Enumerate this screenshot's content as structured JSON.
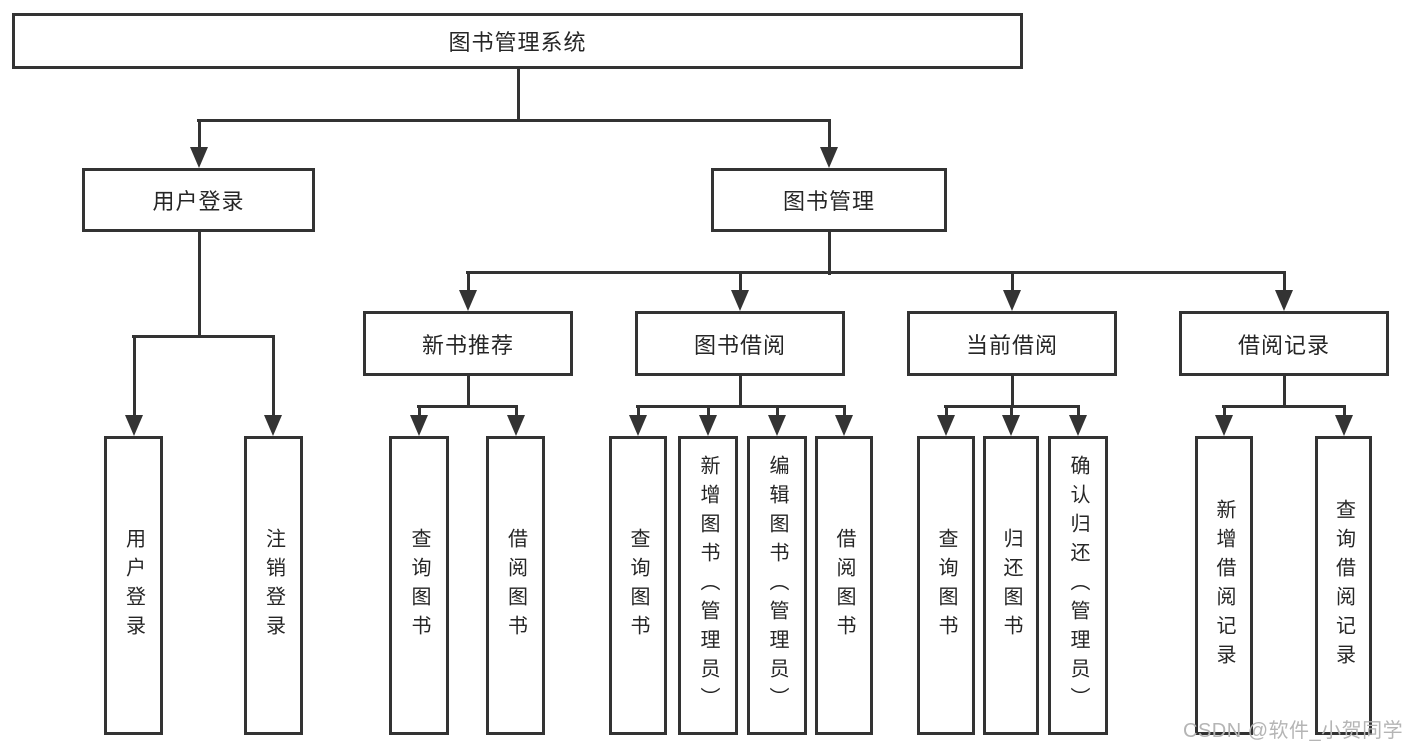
{
  "colors": {
    "line": "#333333",
    "box_background": "#ffffff",
    "text": "#262626",
    "watermark_text": "#b5b5b5"
  },
  "icons": {
    "arrowhead": "filled-triangle-down"
  },
  "watermark": {
    "text": "CSDN @软件_小贺同学"
  },
  "diagram": {
    "root": {
      "label": "图书管理系统"
    },
    "user_login_branch": {
      "label": "用户登录",
      "children": {
        "login": {
          "label": "用户登录"
        },
        "logout": {
          "label": "注销登录"
        }
      }
    },
    "book_management_branch": {
      "label": "图书管理",
      "children": {
        "new_book_recommend": {
          "label": "新书推荐",
          "children": {
            "query_book": {
              "label": "查询图书"
            },
            "borrow_book": {
              "label": "借阅图书"
            }
          }
        },
        "book_borrow": {
          "label": "图书借阅",
          "children": {
            "query_book": {
              "label": "查询图书"
            },
            "add_book_admin": {
              "label": "新增图书（管理员）"
            },
            "edit_book_admin": {
              "label": "编辑图书（管理员）"
            },
            "borrow_book": {
              "label": "借阅图书"
            }
          }
        },
        "current_borrow": {
          "label": "当前借阅",
          "children": {
            "query_book": {
              "label": "查询图书"
            },
            "return_book": {
              "label": "归还图书"
            },
            "confirm_return_admin": {
              "label": "确认归还（管理员）"
            }
          }
        },
        "borrow_records": {
          "label": "借阅记录",
          "children": {
            "add_borrow_record": {
              "label": "新增借阅记录"
            },
            "query_borrow_record": {
              "label": "查询借阅记录"
            }
          }
        }
      }
    }
  }
}
